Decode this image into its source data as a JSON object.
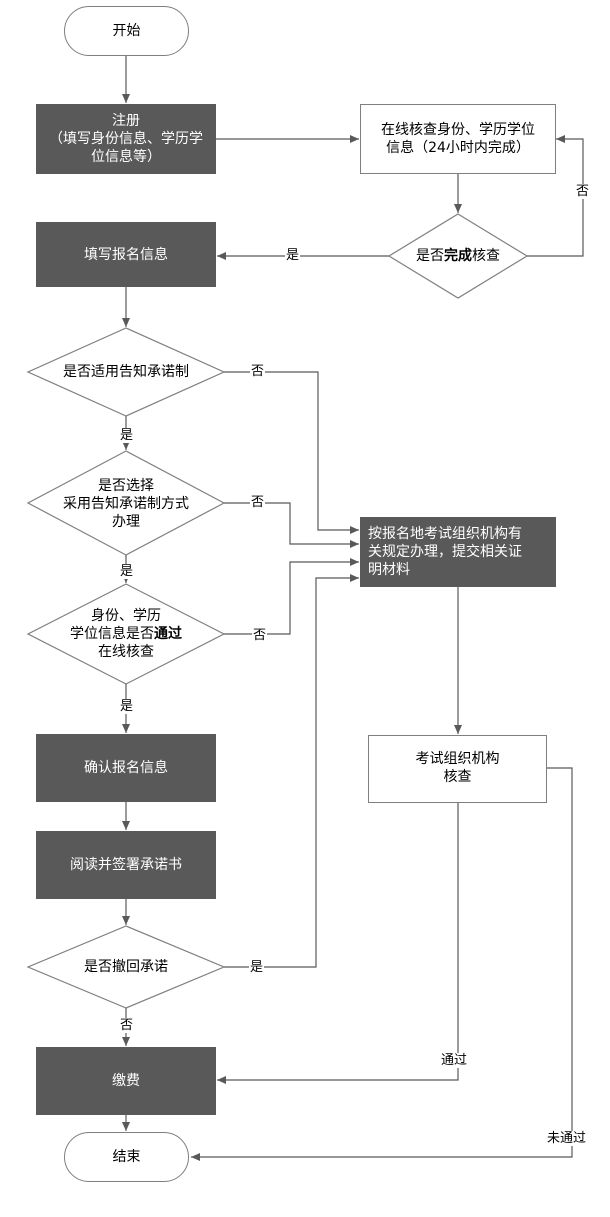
{
  "nodes": {
    "start": "开始",
    "register_title": "注册",
    "register_detail_1": "（填写身份信息、学历学",
    "register_detail_2": "位信息等）",
    "online_check_1": "在线核查身份、学历学位",
    "online_check_2": "信息（24小时内完成）",
    "check_done_prefix": "是否",
    "check_done_bold": "完成",
    "check_done_suffix": "核查",
    "fill_info": "填写报名信息",
    "applies_commitment": "是否适用告知承诺制",
    "choose_commitment_1": "是否选择",
    "choose_commitment_2": "采用告知承诺制方式",
    "choose_commitment_3": "办理",
    "passed_check_1": "身份、学历",
    "passed_check_2_prefix": "学位信息是否",
    "passed_check_2_bold": "通过",
    "passed_check_3": "在线核查",
    "confirm_info": "确认报名信息",
    "read_sign": "阅读并签署承诺书",
    "withdraw": "是否撤回承诺",
    "pay": "缴费",
    "end": "结束",
    "local_rules_1": "按报名地考试组织机构有",
    "local_rules_2": "关规定办理，提交相关证",
    "local_rules_3": "明材料",
    "org_check_1": "考试组织机构",
    "org_check_2": "核查"
  },
  "edge_labels": {
    "no_recheck": "否",
    "yes_fill": "是",
    "no_applies": "否",
    "yes_applies": "是",
    "no_choose": "否",
    "yes_choose": "是",
    "no_passed": "否",
    "yes_passed": "是",
    "yes_withdraw": "是",
    "no_withdraw": "否",
    "passed": "通过",
    "not_passed": "未通过"
  },
  "colors": {
    "dark_fill": "#595959",
    "line": "#7f7f7f"
  }
}
